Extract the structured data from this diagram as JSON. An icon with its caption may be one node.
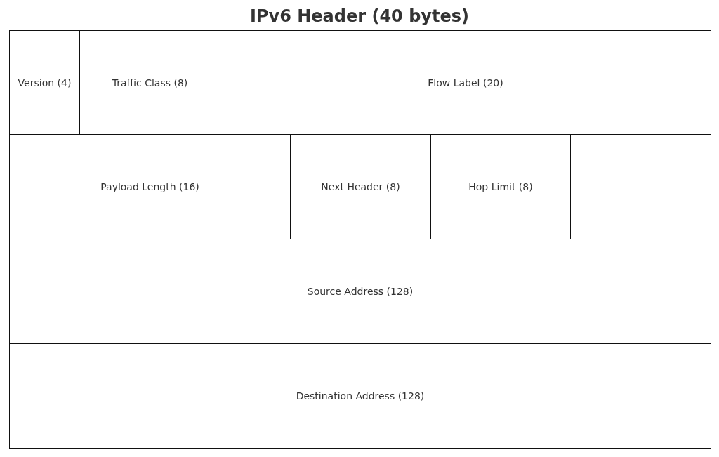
{
  "diagram": {
    "title": "IPv6 Header (40 bytes)",
    "nodes": [
      {
        "text": [
          "Version (4)"
        ]
      },
      {
        "text": [
          "Traffic Class (8)"
        ]
      },
      {
        "text": [
          "Flow Label (20)"
        ]
      },
      {
        "text": [
          "Payload Length (16)"
        ]
      },
      {
        "text": [
          "Next Header (8)"
        ]
      },
      {
        "text": [
          "Hop Limit (8)"
        ]
      },
      {
        "text": [],
        "shape": "box"
      },
      {
        "text": [
          "Source Address (128)"
        ]
      },
      {
        "text": [
          "Destination Address (128)"
        ]
      }
    ]
  }
}
